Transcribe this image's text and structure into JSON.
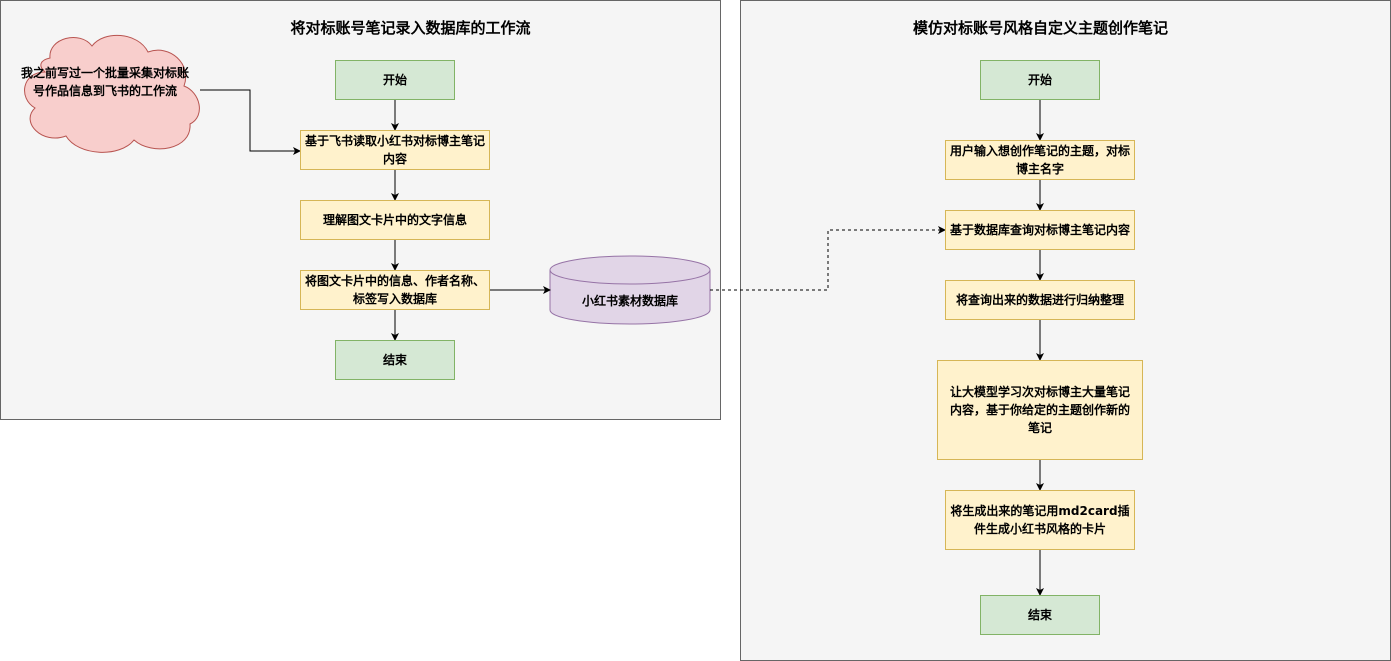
{
  "left_panel": {
    "title": "将对标账号笔记录入数据库的工作流",
    "cloud_note": "我之前写过一个批量采集对标账号作品信息到飞书的工作流",
    "nodes": {
      "start": "开始",
      "read_notes": "基于飞书读取小红书对标博主笔记内容",
      "understand": "理解图文卡片中的文字信息",
      "write_db": "将图文卡片中的信息、作者名称、标签写入数据库",
      "end": "结束"
    },
    "database": "小红书素材数据库"
  },
  "right_panel": {
    "title": "模仿对标账号风格自定义主题创作笔记",
    "nodes": {
      "start": "开始",
      "user_input": "用户输入想创作笔记的主题，对标博主名字",
      "query_db": "基于数据库查询对标博主笔记内容",
      "summarize": "将查询出来的数据进行归纳整理",
      "llm_generate": "让大模型学习次对标博主大量笔记内容，基于你给定的主题创作新的笔记",
      "md2card": "将生成出来的笔记用md2card插件生成小红书风格的卡片",
      "end": "结束"
    }
  },
  "colors": {
    "panel_bg": "#f5f5f5",
    "terminal_fill": "#d5e8d4",
    "terminal_stroke": "#82b366",
    "process_fill": "#fff2cc",
    "process_stroke": "#d6b656",
    "db_fill": "#e1d5e7",
    "db_stroke": "#9673a6",
    "cloud_fill": "#f8cecc",
    "cloud_stroke": "#b85450"
  }
}
